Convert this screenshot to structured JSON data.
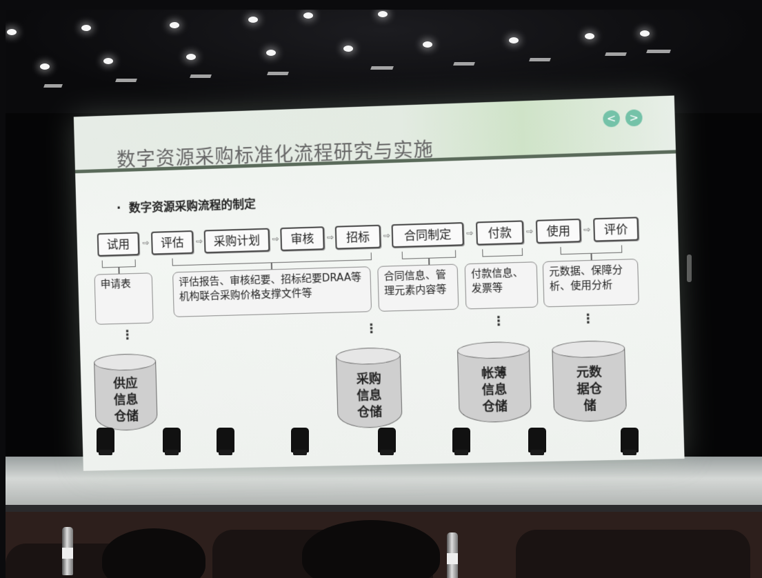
{
  "slide": {
    "title": "数字资源采购标准化流程研究与实施",
    "nav_prev": "<",
    "nav_next": ">",
    "bullet_marker": "·",
    "bullet": "数字资源采购流程的制定"
  },
  "steps": [
    "试用",
    "评估",
    "采购计划",
    "审核",
    "招标",
    "合同制定",
    "付款",
    "使用",
    "评价"
  ],
  "arrow_glyph": "⇨",
  "info_boxes": [
    {
      "text": "申请表"
    },
    {
      "text": "评估报告、审核纪要、招标纪要DRAA等机构联合采购价格支撑文件等"
    },
    {
      "text": "合同信息、管理元素内容等"
    },
    {
      "text": "付款信息、发票等"
    },
    {
      "text": "元数据、保障分析、使用分析"
    }
  ],
  "dots_glyph": "⋮",
  "storages": [
    {
      "label_lines": [
        "供应",
        "信息",
        "仓储"
      ]
    },
    {
      "label_lines": [
        "采购",
        "信息",
        "仓储"
      ]
    },
    {
      "label_lines": [
        "帐薄",
        "信息",
        "仓储"
      ]
    },
    {
      "label_lines": [
        "元数",
        "据仓",
        "储"
      ]
    }
  ],
  "colors": {
    "accent_nav": "#74c2a8",
    "slide_background": "#eef2ee",
    "title_text": "#666666"
  }
}
